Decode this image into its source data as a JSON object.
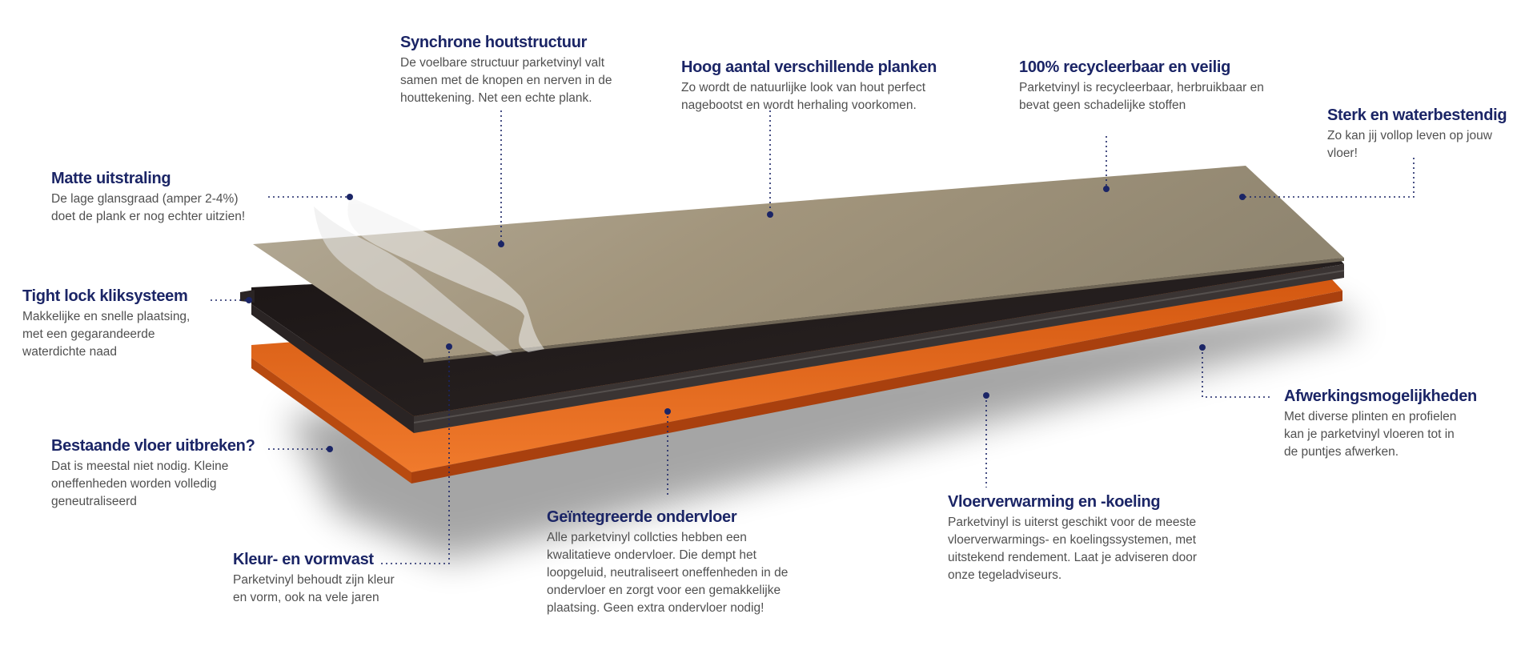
{
  "colors": {
    "heading": "#1b2566",
    "body_text": "#505050",
    "marker": "#1b2566",
    "wood": "#a59b86",
    "core": "#231d1c",
    "underlay": "#e0611c"
  },
  "callouts": {
    "synchrone": {
      "title": "Synchrone houtstructuur",
      "lines": [
        "De voelbare structuur parketvinyl valt",
        "samen met de knopen en nerven in de",
        "houttekening. Net een echte plank."
      ]
    },
    "hoog": {
      "title": "Hoog aantal verschillende planken",
      "lines": [
        "Zo wordt de natuurlijke look van hout perfect",
        "nagebootst en wordt herhaling voorkomen."
      ]
    },
    "recycle": {
      "title": "100% recycleerbaar en veilig",
      "lines": [
        "Parketvinyl is recycleerbaar, herbruikbaar en",
        "bevat geen schadelijke stoffen"
      ]
    },
    "sterk": {
      "title": "Sterk en waterbestendig",
      "lines": [
        "Zo kan jij vollop leven op jouw",
        "vloer!"
      ]
    },
    "matte": {
      "title": "Matte uitstraling",
      "lines": [
        "De lage glansgraad (amper 2-4%)",
        "doet de plank er nog echter uitzien!"
      ]
    },
    "tightlock": {
      "title": "Tight lock kliksysteem",
      "lines": [
        "Makkelijke en snelle plaatsing,",
        "met een gegarandeerde",
        "waterdichte naad"
      ]
    },
    "bestaande": {
      "title": "Bestaande vloer uitbreken?",
      "lines": [
        "Dat is meestal niet nodig. Kleine",
        "oneffenheden worden volledig",
        "geneutraliseerd"
      ]
    },
    "kleur": {
      "title": "Kleur- en vormvast",
      "lines": [
        "Parketvinyl behoudt zijn kleur",
        "en vorm, ook na vele jaren"
      ]
    },
    "ondervloer": {
      "title": "Geïntegreerde ondervloer",
      "lines": [
        "Alle parketvinyl collcties hebben een",
        "kwalitatieve ondervloer. Die dempt het",
        "loopgeluid, neutraliseert oneffenheden in de",
        "ondervloer en zorgt voor een gemakkelijke",
        "plaatsing. Geen extra ondervloer nodig!"
      ]
    },
    "vloerverwarming": {
      "title": "Vloerverwarming en -koeling",
      "lines": [
        "Parketvinyl is uiterst geschikt voor de meeste",
        "vloerverwarmings- en koelingssystemen, met",
        "uitstekend rendement. Laat je adviseren door",
        "onze tegeladviseurs."
      ]
    },
    "afwerking": {
      "title": "Afwerkingsmogelijkheden",
      "lines": [
        "Met diverse plinten en profielen",
        "kan je parketvinyl vloeren tot in",
        "de puntjes afwerken."
      ]
    }
  }
}
